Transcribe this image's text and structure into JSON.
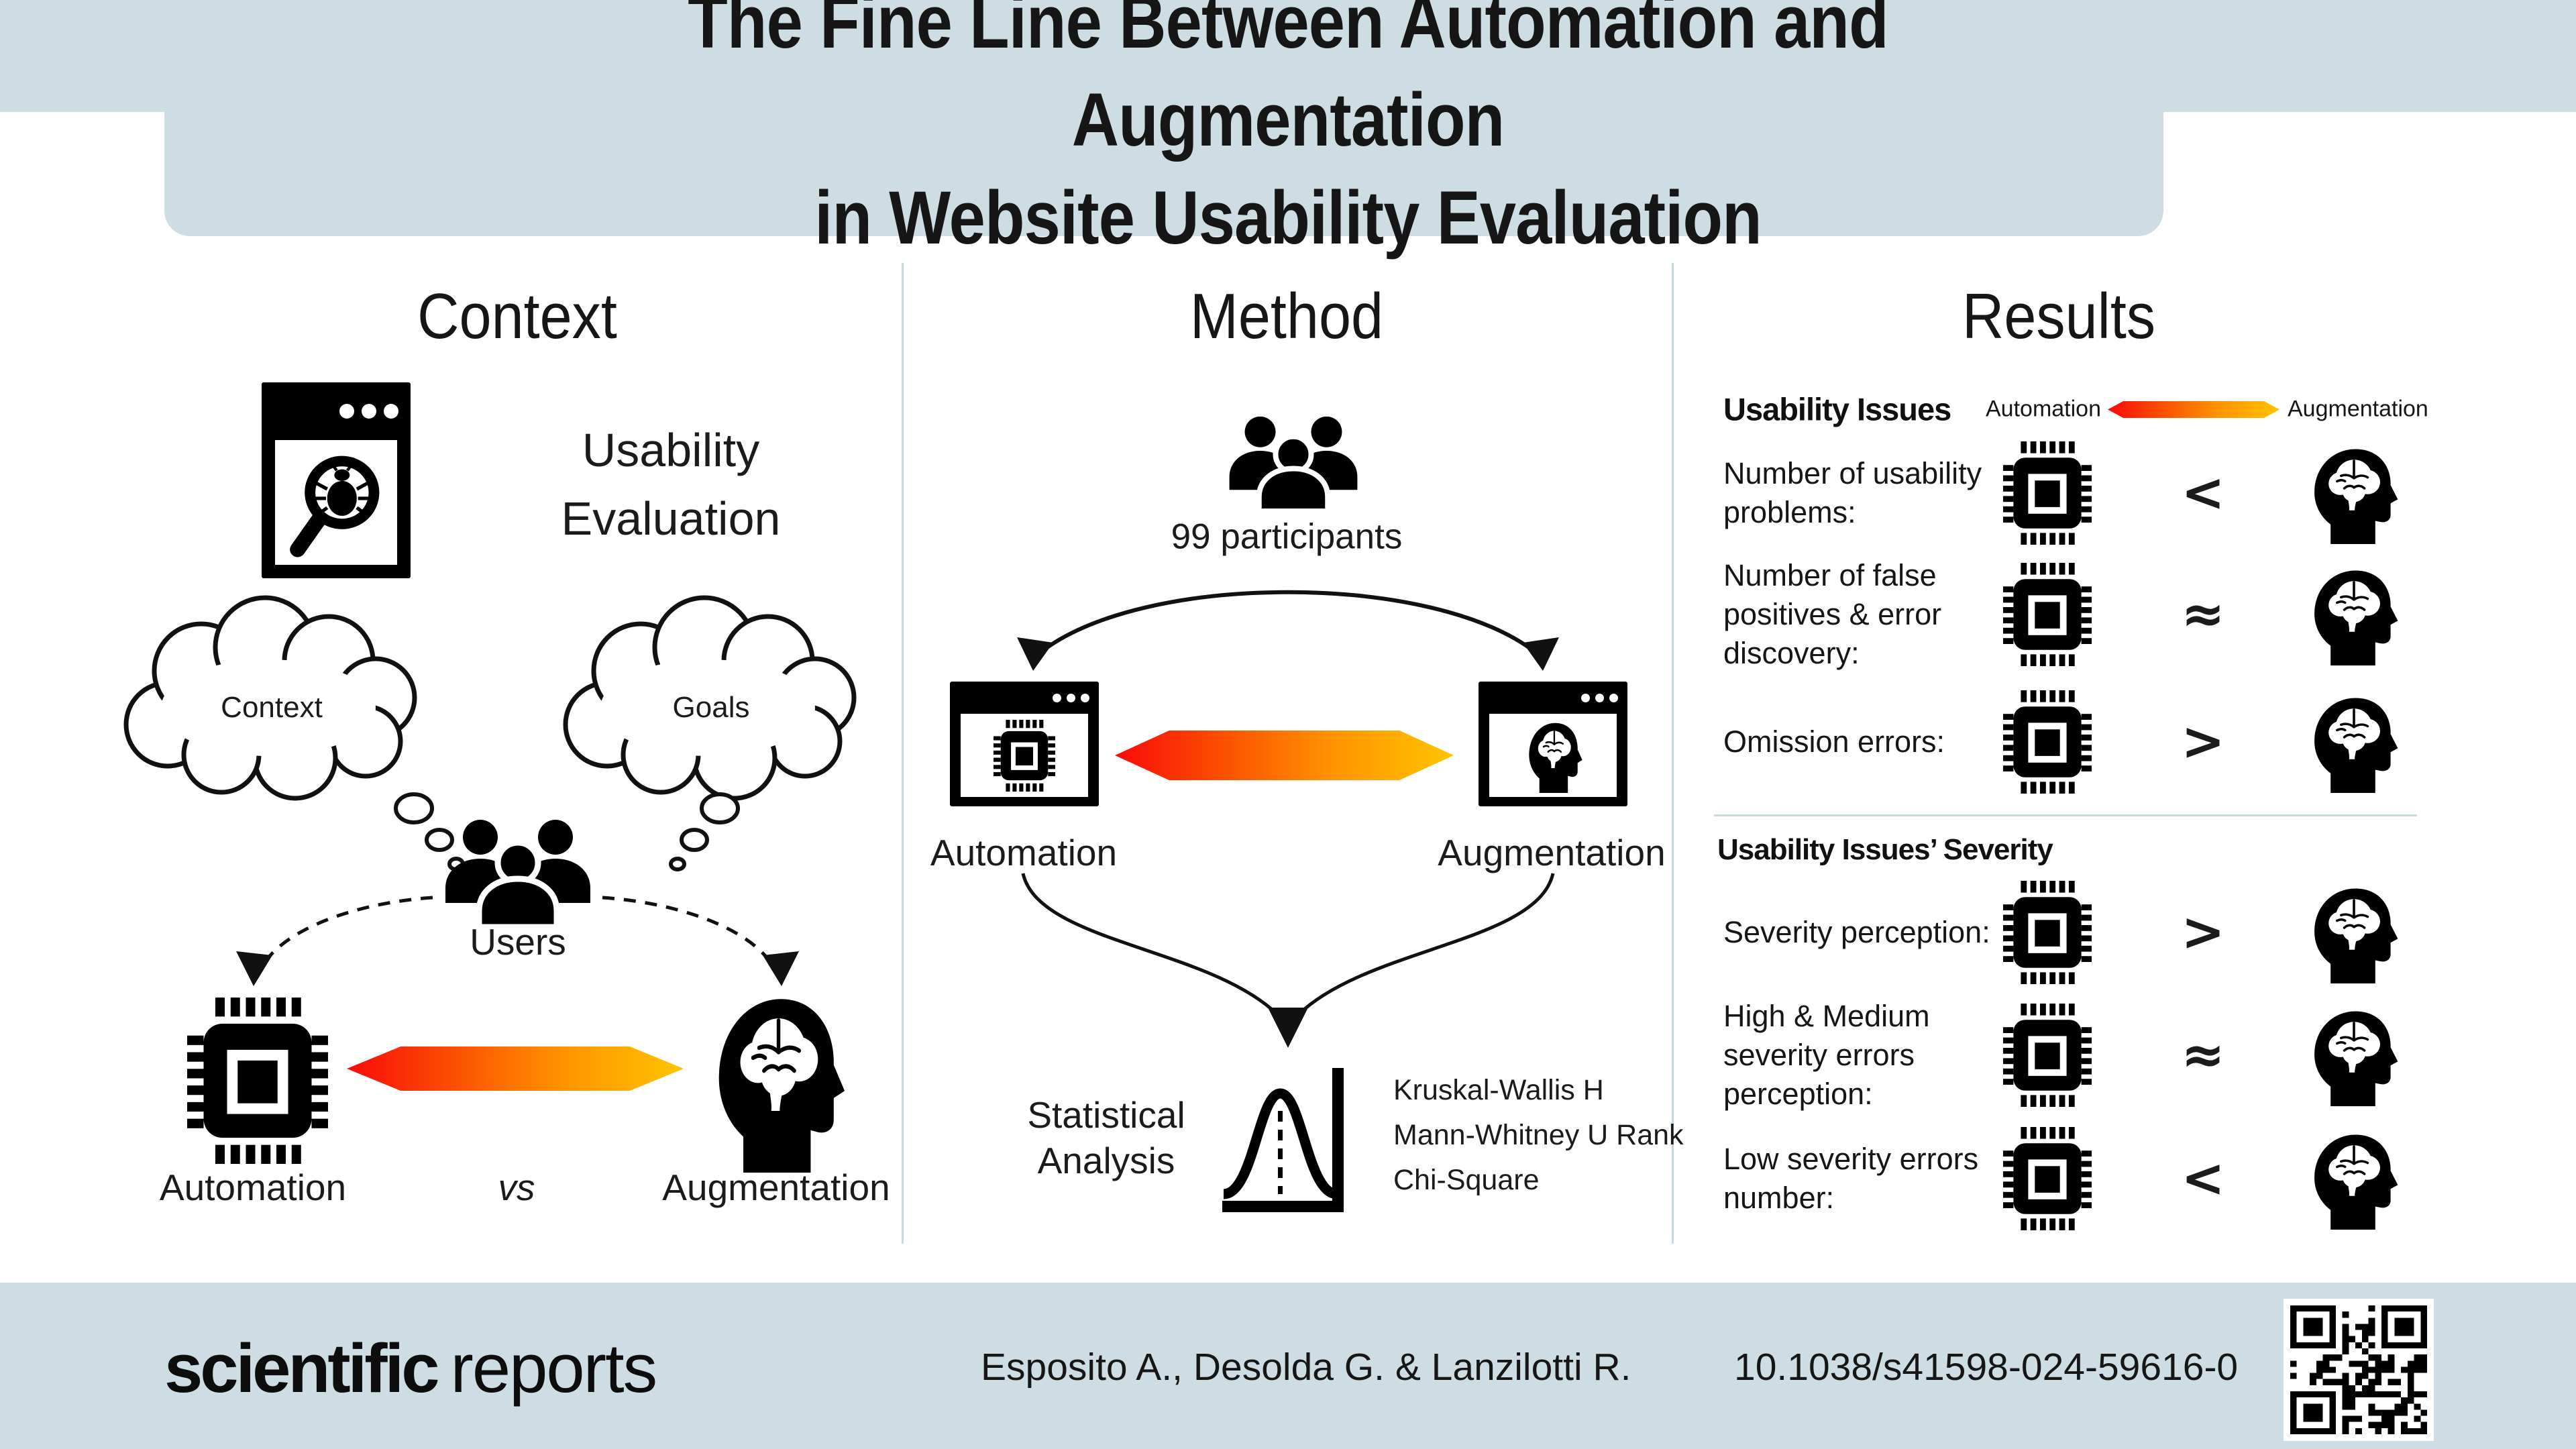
{
  "header": {
    "title_line1": "The Fine Line Between Automation and Augmentation",
    "title_line2": "in Website Usability Evaluation"
  },
  "context": {
    "heading": "Context",
    "usability_evaluation": "Usability Evaluation",
    "cloud_left": "Context",
    "cloud_right": "Goals",
    "users_label": "Users",
    "automation_label": "Automation",
    "vs_label": "vs",
    "augmentation_label": "Augmentation"
  },
  "method": {
    "heading": "Method",
    "participants_label": "99 participants",
    "automation_label": "Automation",
    "augmentation_label": "Augmentation",
    "statistical_analysis_label": "Statistical Analysis",
    "tests": [
      "Kruskal-Wallis H",
      "Mann-Whitney U Rank",
      "Chi-Square"
    ]
  },
  "results": {
    "heading": "Results",
    "issues_title": "Usability Issues",
    "legend_left": "Automation",
    "legend_right": "Augmentation",
    "issues_rows": [
      {
        "label": "Number of usability problems:",
        "relation": "<"
      },
      {
        "label": "Number of false positives & error discovery:",
        "relation": "≈"
      },
      {
        "label": "Omission errors:",
        "relation": ">"
      }
    ],
    "severity_title": "Usability Issues’ Severity",
    "severity_rows": [
      {
        "label": "Severity perception:",
        "relation": ">"
      },
      {
        "label": "High & Medium severity errors perception:",
        "relation": "≈"
      },
      {
        "label": "Low severity errors number:",
        "relation": "<"
      }
    ]
  },
  "footer": {
    "journal_name_bold": "scientific",
    "journal_name_light": "reports",
    "authors": "Esposito A., Desolda G. & Lanzilotti R.",
    "doi": "10.1038/s41598-024-59616-0"
  },
  "colors": {
    "band_blue": "#cddde3",
    "gradient_red": "#f90a0a",
    "gradient_yellow": "#ffc400",
    "ink": "#1b1b1b"
  }
}
